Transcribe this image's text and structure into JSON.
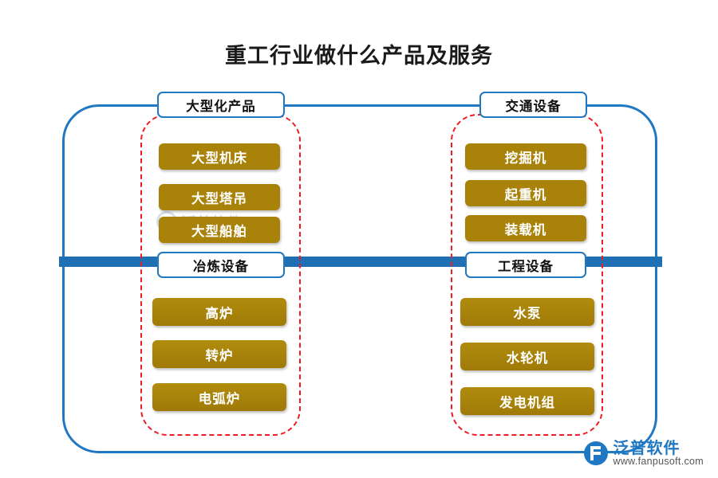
{
  "title": "重工行业做什么产品及服务",
  "colors": {
    "frame_blue": "#1f78c1",
    "bar_blue": "#1f6fb4",
    "dashed_red": "#ee1c25",
    "item_gold": "#a9820a",
    "box_white": "#ffffff"
  },
  "groups": [
    {
      "id": "large-scale-products",
      "header": "大型化产品",
      "items": [
        "大型机床",
        "大型塔吊",
        "大型船舶"
      ]
    },
    {
      "id": "transport-equipment",
      "header": "交通设备",
      "items": [
        "挖掘机",
        "起重机",
        "装载机"
      ]
    },
    {
      "id": "smelting-equipment",
      "header": "冶炼设备",
      "items": [
        "高炉",
        "转炉",
        "电弧炉"
      ]
    },
    {
      "id": "engineering-equipment",
      "header": "工程设备",
      "items": [
        "水泵",
        "水轮机",
        "发电机组"
      ]
    }
  ],
  "watermark": {
    "text": "泛普软件",
    "icon": "circle-watermark-icon"
  },
  "logo": {
    "name": "泛普软件",
    "url": "www.fanpusoft.com",
    "icon": "fanpu-logo-icon"
  }
}
